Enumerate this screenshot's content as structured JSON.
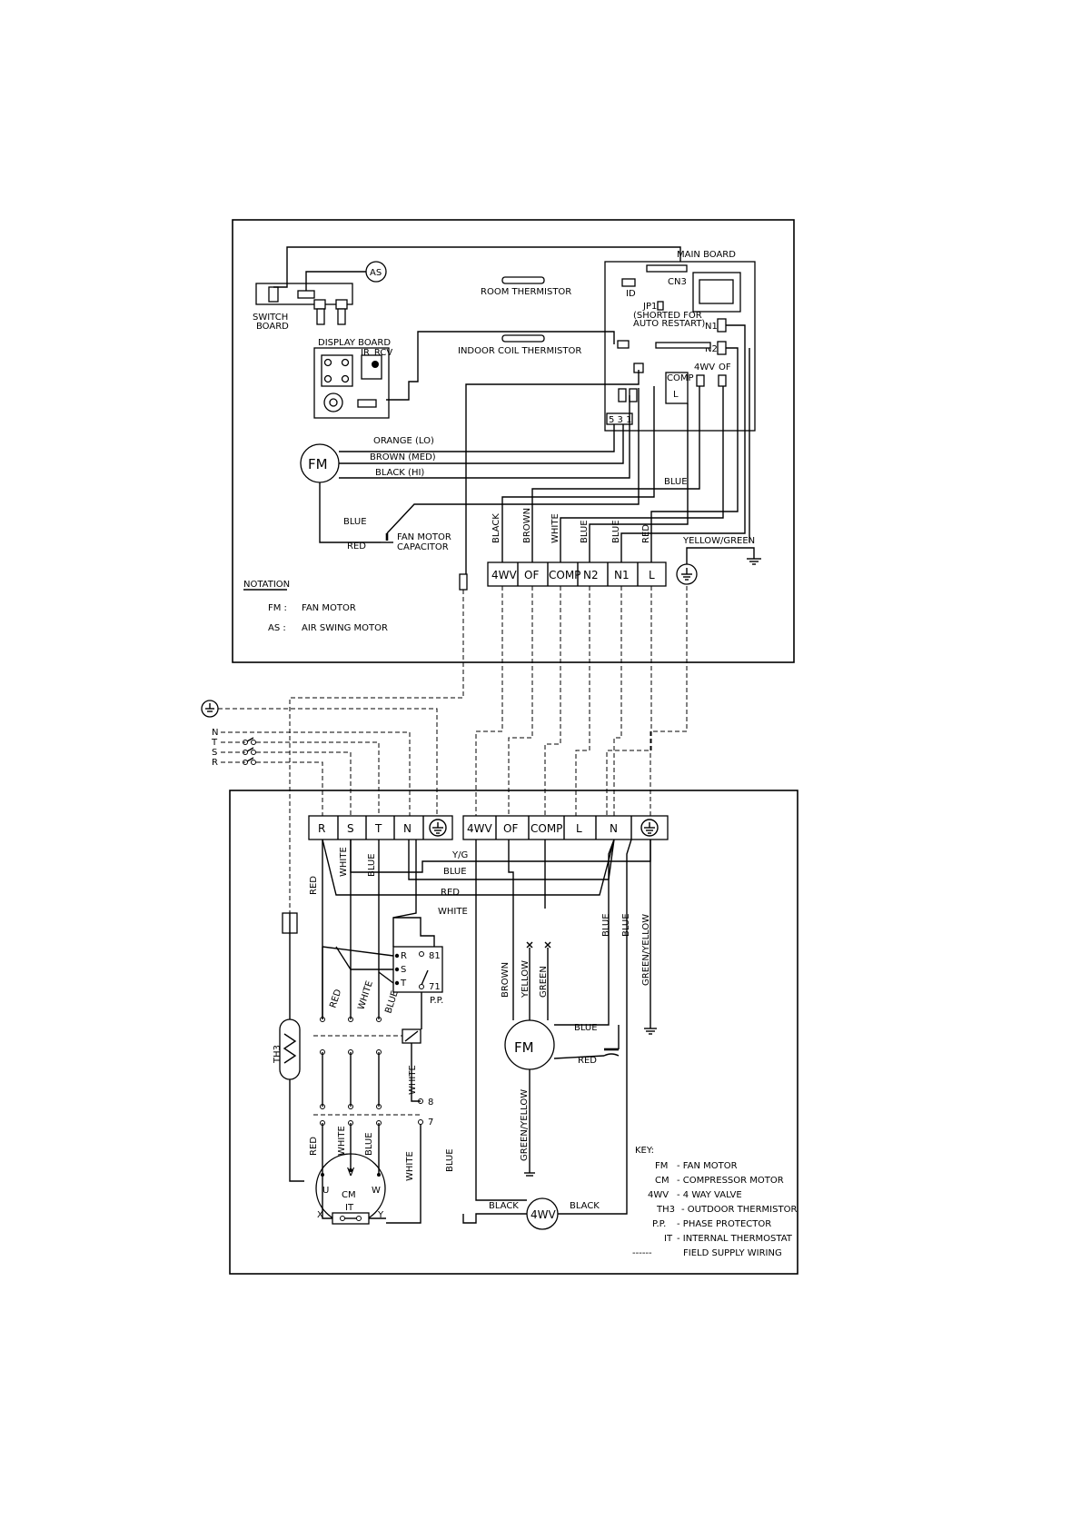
{
  "indoor": {
    "main_board": "MAIN BOARD",
    "cn3": "CN3",
    "id": "ID",
    "jp1": "JP1",
    "shorted_line1": "(SHORTED FOR",
    "shorted_line2": "AUTO RESTART)",
    "n1": "N1",
    "n2": "N2",
    "comp": "COMP",
    "l": "L",
    "four_wv": "4WV",
    "of": "OF",
    "pins": "5 3 1",
    "as": "AS",
    "switch_board_line1": "SWITCH",
    "switch_board_line2": "BOARD",
    "display_board": "DISPLAY BOARD",
    "ir_rcv": "IR_RCV",
    "room_thermistor": "ROOM THERMISTOR",
    "indoor_coil_thermistor": "INDOOR COIL THERMISTOR",
    "fm": "FM",
    "orange_lo": "ORANGE (LO)",
    "brown_med": "BROWN (MED)",
    "black_hi": "BLACK (HI)",
    "blue_top": "BLUE",
    "blue_cap": "BLUE",
    "red_cap": "RED",
    "capacitor_line1": "FAN MOTOR",
    "capacitor_line2": "CAPACITOR",
    "wire_black": "BLACK",
    "wire_brown": "BROWN",
    "wire_white": "WHITE",
    "wire_blue1": "BLUE",
    "wire_blue2": "BLUE",
    "wire_red": "RED",
    "yellow_green": "YELLOW/GREEN",
    "terminals": [
      "4WV",
      "OF",
      "COMP",
      "N2",
      "N1",
      "L"
    ],
    "notation_title": "NOTATION",
    "notation": [
      {
        "key": "FM :",
        "text": "FAN MOTOR"
      },
      {
        "key": "AS :",
        "text": "AIR SWING MOTOR"
      }
    ]
  },
  "supply": {
    "n": "N",
    "t": "T",
    "s": "S",
    "r": "R"
  },
  "outdoor": {
    "terminals_left": [
      "R",
      "S",
      "T",
      "N"
    ],
    "terminals_right": [
      "4WV",
      "OF",
      "COMP",
      "L",
      "N"
    ],
    "wire_red": "RED",
    "wire_white": "WHITE",
    "wire_blue": "BLUE",
    "yg": "Y/G",
    "h_blue": "BLUE",
    "h_red": "RED",
    "h_white": "WHITE",
    "blue_a": "BLUE",
    "blue_b": "BLUE",
    "green_yellow_v": "GREEN/YELLOW",
    "pp_r": "R",
    "pp_s": "S",
    "pp_t": "T",
    "pp_81": "81",
    "pp_71": "71",
    "pp": "P.P.",
    "diag_red": "RED",
    "diag_white": "WHITE",
    "diag_blue": "BLUE",
    "th3": "TH3",
    "white_v1": "WHITE",
    "relay_8": "8",
    "relay_7": "7",
    "cm_red": "RED",
    "cm_white": "WHITE",
    "cm_blue": "BLUE",
    "white_v2": "WHITE",
    "blue_v": "BLUE",
    "cm_v": "V",
    "cm_u": "U",
    "cm_w": "W",
    "cm": "CM",
    "it": "IT",
    "it_x": "X",
    "it_y": "Y",
    "fm_brown": "BROWN",
    "fm_yellow": "YELLOW",
    "fm_green": "GREEN",
    "fm": "FM",
    "fm_blue": "BLUE",
    "fm_red": "RED",
    "fm_green_yellow": "GREEN/YELLOW",
    "four_wv": "4WV",
    "black_left": "BLACK",
    "black_right": "BLACK",
    "key_title": "KEY:",
    "key": [
      {
        "key": "FM",
        "text": "- FAN MOTOR"
      },
      {
        "key": "CM",
        "text": "- COMPRESSOR MOTOR"
      },
      {
        "key": "4WV",
        "text": "- 4 WAY VALVE"
      },
      {
        "key": "TH3",
        "text": "- OUTDOOR THERMISTOR"
      },
      {
        "key": "P.P.",
        "text": "- PHASE PROTECTOR"
      },
      {
        "key": "IT",
        "text": "- INTERNAL THERMOSTAT"
      },
      {
        "key": "------",
        "text": "FIELD SUPPLY WIRING"
      }
    ]
  }
}
